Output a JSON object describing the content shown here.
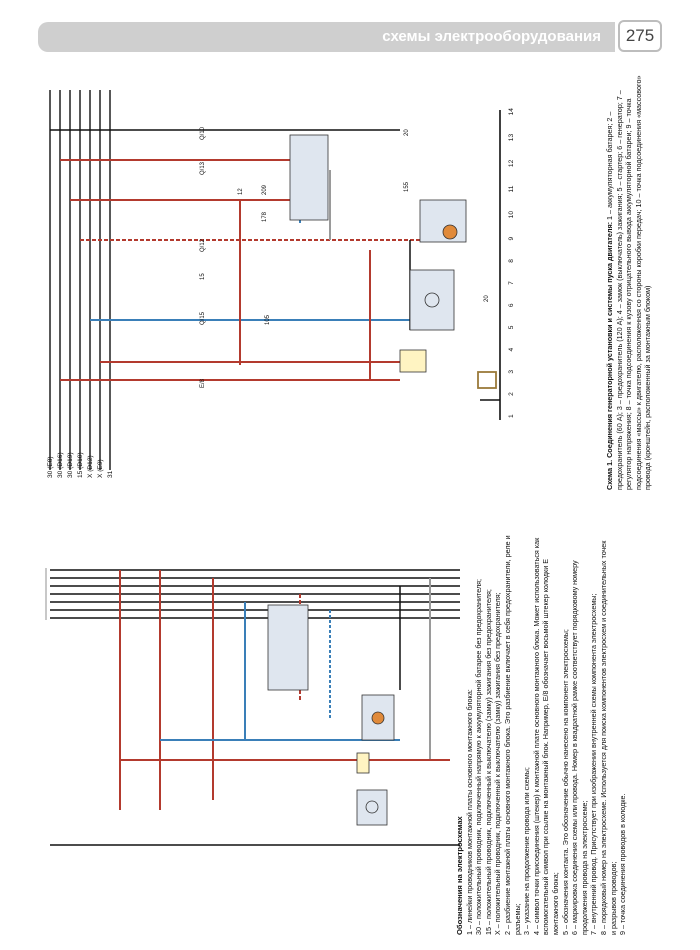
{
  "header": {
    "title": "схемы электрооборудования",
    "page_number": "275"
  },
  "legend": {
    "heading": "Обозначения на электросхемах",
    "items": [
      "1 – линейки проводников монтажной платы основного монтажного блока:",
      "30 – положительный проводник, подключенный напрямую к аккумуляторной батарее без предохранителя;",
      "15 – положительный проводник, подключенный к выключателю (замку) зажигания без предохранителя;",
      "X – положительный проводник, подключенный к выключателю (замку) зажигания без предохранителя;",
      "2 – разбиение монтажной платы основного монтажного блока. Это разбиение включает в себя предохранители, реле и разъемы;",
      "3 – указание на продолжение провода или схемы;",
      "4 – символ точки присоединения (штекер) к монтажной плате основного монтажного блока. Может использоваться как вспомогательный символ при ссылке на монтажный блок. Например, E/8 обозначает восьмой штекер колодки E монтажного блока;",
      "5 – обозначения контакта. Это обозначение обычно нанесено на компонент электросхемы;",
      "6 – маркировка соединения схемы или провода. Номер в квадратной рамке соответствует порядковому номеру продолжения провода на электросхеме;",
      "7 – внутренний провод. Присутствует при изображении внутренней схемы компонента электросхемы;",
      "8 – порядковый номер на электросхеме. Используется для поиска компонентов электросхем и соединительных точек и разрывов проводов;",
      "9 – точка соединения проводов в колодке."
    ]
  },
  "caption": {
    "title": "Схема 1. Соединения генераторной установки и системы пуска двигателя:",
    "text": "1 – аккумуляторная батарея; 2 – предохранитель (60 А); 3 – предохранитель (120 А); 4 – замок (выключатель) зажигания; 5 – стартер; 6 – генератор; 7 – регулятор напряжения; 8 – точка подсоединения к кузову отрицательного вывода аккумуляторной батареи; 9 – точка подсоединения «массы» к двигателю, расположенная со стороны коробки передач; 10 – точка подсоединения «массового» провода (кронштейн, расположенный за монтажным блоком)"
  },
  "bus_labels": [
    "30 (E8)",
    "30 (D16)",
    "30 (D19)",
    "15 (D10)",
    "X (D12)",
    "X (E9)",
    "31"
  ],
  "column_numbers": [
    "1",
    "2",
    "3",
    "4",
    "5",
    "6",
    "7",
    "8",
    "9",
    "10",
    "11",
    "12",
    "13",
    "14"
  ],
  "wire_tags": [
    "Q/10",
    "Q/13",
    "Q/12",
    "Q/15",
    "E/8",
    "20",
    "12",
    "209",
    "178",
    "155",
    "15",
    "105",
    "20"
  ],
  "colors": {
    "red": "#b33a2e",
    "blue": "#3a7fb8",
    "black": "#111111",
    "grey": "#9a9a9a",
    "component_fill": "#dfe6ef",
    "header_bg": "#cfcfcf"
  }
}
